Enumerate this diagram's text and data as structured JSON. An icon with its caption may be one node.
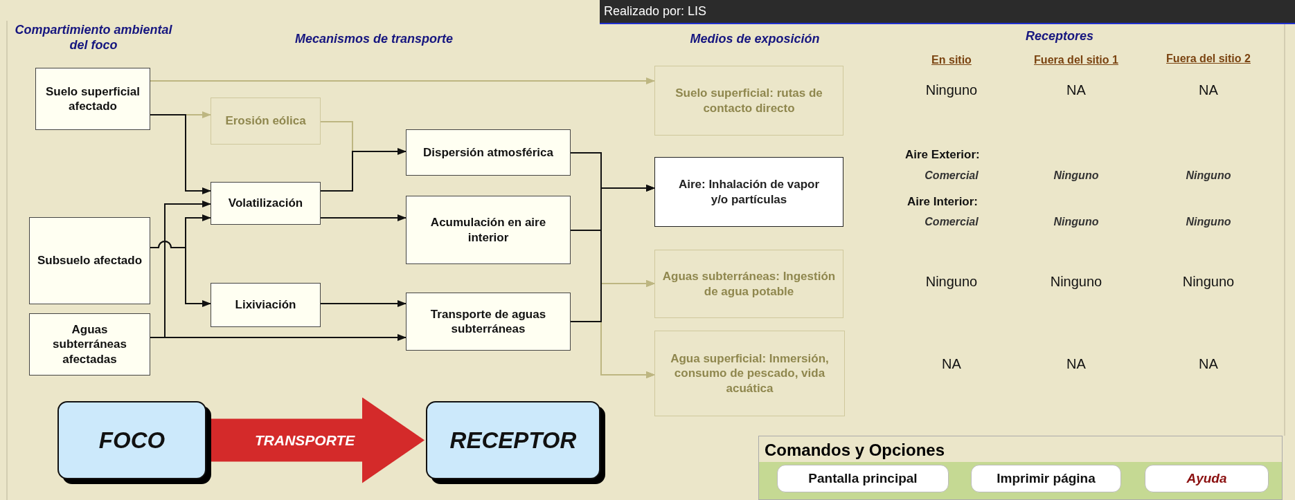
{
  "diagram": {
    "nodes": [
      {
        "text": [
          "Suelo superficial afectado"
        ]
      },
      {
        "text": [
          "Erosión eólica"
        ]
      },
      {
        "text": [
          "Volatilización"
        ]
      },
      {
        "text": [
          "Subsuelo afectado"
        ]
      },
      {
        "text": [
          "Lixiviación"
        ]
      },
      {
        "text": [
          "Aguas subterráneas afectadas"
        ]
      },
      {
        "text": [
          "Dispersión atmosférica"
        ]
      },
      {
        "text": [
          "Acumulación en aire interior"
        ]
      },
      {
        "text": [
          "Transporte de aguas subterráneas"
        ]
      },
      {
        "text": [
          "Suelo superficial: rutas de contacto directo"
        ]
      },
      {
        "text": [
          "Aire: Inhalación de vapor y/o partículas"
        ]
      },
      {
        "text": [
          "Aguas subterráneas: Ingestión de agua potable"
        ]
      },
      {
        "text": [
          "Agua superficial: Inmersión, consumo de pescado, vida acuática"
        ]
      },
      {
        "text": [
          "FOCO"
        ]
      },
      {
        "text": [
          "RECEPTOR"
        ]
      },
      {
        "text": [
          "Comandos y Opciones"
        ]
      },
      {
        "text": [
          "Pantalla principal"
        ],
        "in": 15
      },
      {
        "text": [
          "Imprimir página"
        ],
        "in": 15
      },
      {
        "text": [
          "Ayuda"
        ],
        "in": 15
      }
    ],
    "edges": [
      {
        "from": 0,
        "to": 9,
        "arrow": "to",
        "color": "#bdb681"
      },
      {
        "from": 0,
        "to": 1,
        "arrow": "to",
        "color": "#bdb681"
      },
      {
        "from": 0,
        "to": 2,
        "arrow": "to"
      },
      {
        "from": 3,
        "to": 2,
        "arrow": "to"
      },
      {
        "from": 3,
        "to": 4,
        "arrow": "to"
      },
      {
        "from": 5,
        "to": 2,
        "arrow": "to"
      },
      {
        "from": 5,
        "to": 8,
        "arrow": "to"
      },
      {
        "from": 1,
        "to": 6,
        "arrow": "to",
        "color": "#bdb681"
      },
      {
        "from": 2,
        "to": 6,
        "arrow": "to"
      },
      {
        "from": 2,
        "to": 7,
        "arrow": "to"
      },
      {
        "from": 4,
        "to": 8,
        "arrow": "to"
      },
      {
        "from": 6,
        "to": 10,
        "arrow": "to"
      },
      {
        "from": 7,
        "to": 10,
        "arrow": "to"
      },
      {
        "from": 8,
        "to": 10,
        "arrow": "to"
      },
      {
        "from": 6,
        "to": 11,
        "arrow": "to",
        "color": "#bdb681"
      },
      {
        "from": 7,
        "to": 11,
        "arrow": "to",
        "color": "#bdb681"
      },
      {
        "from": 8,
        "to": 11,
        "arrow": "to",
        "color": "#bdb681"
      },
      {
        "from": 6,
        "to": 12,
        "arrow": "to",
        "color": "#bdb681"
      },
      {
        "from": 7,
        "to": 12,
        "arrow": "to",
        "color": "#bdb681"
      },
      {
        "from": 8,
        "to": 12,
        "arrow": "to",
        "color": "#bdb681"
      },
      {
        "from": 13,
        "to": 14,
        "arrow": "to",
        "label": "TRANSPORTE",
        "style": "thick",
        "color": "#d42a2a"
      }
    ],
    "labels": [
      "Realizado por: LIS",
      "Compartimiento ambiental del foco",
      "Mecanismos de transporte",
      "Medios de exposición",
      "Receptores",
      "En sitio",
      "Fuera del sitio 1",
      "Fuera del sitio 2",
      "Ninguno",
      "NA",
      "NA",
      "Aire Exterior:",
      "Comercial",
      "Ninguno",
      "Ninguno",
      "Aire Interior:",
      "Comercial",
      "Ninguno",
      "Ninguno",
      "Ninguno",
      "Ninguno",
      "Ninguno",
      "NA",
      "NA",
      "NA"
    ]
  }
}
